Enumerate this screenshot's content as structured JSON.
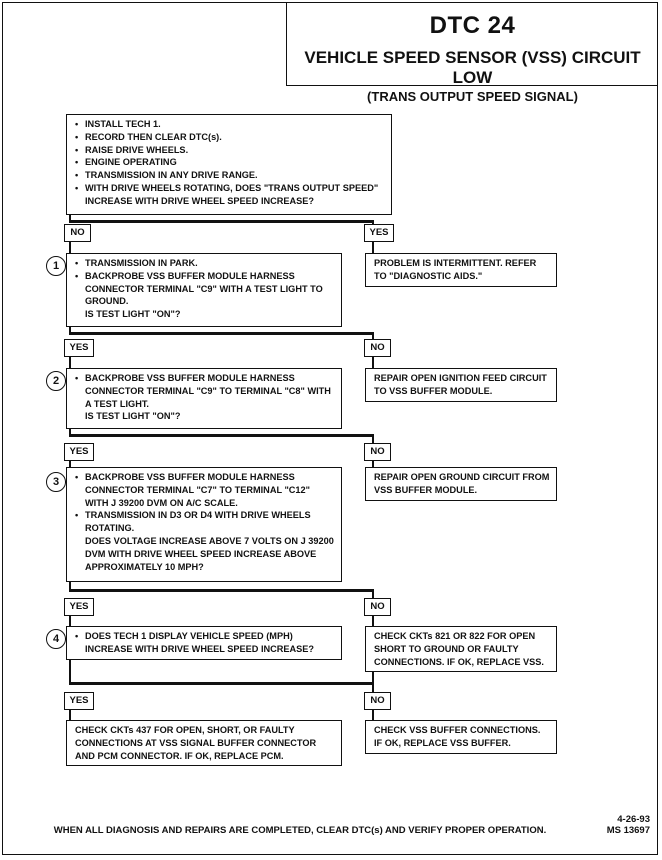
{
  "header": {
    "title": "DTC 24",
    "subtitle": "VEHICLE SPEED SENSOR (VSS) CIRCUIT LOW",
    "subtitle2": "(TRANS OUTPUT SPEED SIGNAL)"
  },
  "step0": {
    "items": [
      "INSTALL TECH 1.",
      "RECORD THEN CLEAR DTC(s).",
      "RAISE DRIVE WHEELS.",
      "ENGINE OPERATING",
      "TRANSMISSION IN ANY DRIVE RANGE.",
      "WITH DRIVE WHEELS ROTATING, DOES \"TRANS OUTPUT SPEED\" INCREASE WITH DRIVE WHEEL SPEED INCREASE?"
    ]
  },
  "labels": {
    "no": "NO",
    "yes": "YES"
  },
  "result_intermittent": "PROBLEM IS INTERMITTENT.  REFER TO \"DIAGNOSTIC AIDS.\"",
  "step1": {
    "num": "1",
    "items": [
      "TRANSMISSION IN PARK.",
      "BACKPROBE VSS BUFFER MODULE HARNESS CONNECTOR TERMINAL \"C9\" WITH A TEST LIGHT TO GROUND."
    ],
    "question": "IS TEST LIGHT \"ON\"?"
  },
  "result_ignition": "REPAIR OPEN IGNITION FEED CIRCUIT TO VSS BUFFER MODULE.",
  "step2": {
    "num": "2",
    "items": [
      "BACKPROBE VSS BUFFER MODULE HARNESS CONNECTOR TERMINAL \"C9\" TO TERMINAL \"C8\" WITH A TEST LIGHT."
    ],
    "question": "IS TEST LIGHT \"ON\"?"
  },
  "result_ground": "REPAIR OPEN GROUND CIRCUIT FROM VSS BUFFER MODULE.",
  "step3": {
    "num": "3",
    "items": [
      "BACKPROBE VSS BUFFER MODULE HARNESS CONNECTOR TERMINAL \"C7\" TO TERMINAL \"C12\" WITH J 39200 DVM ON A/C SCALE.",
      "TRANSMISSION IN D3 OR D4 WITH DRIVE WHEELS ROTATING."
    ],
    "question": "DOES VOLTAGE INCREASE ABOVE 7 VOLTS ON J 39200 DVM WITH DRIVE WHEEL SPEED INCREASE ABOVE APPROXIMATELY 10 MPH?"
  },
  "result_ckt821": "CHECK CKTs 821 OR 822 FOR OPEN SHORT TO GROUND OR FAULTY CONNECTIONS.  IF OK, REPLACE VSS.",
  "step4": {
    "num": "4",
    "items": [
      "DOES TECH 1 DISPLAY VEHICLE SPEED (MPH) INCREASE WITH DRIVE WHEEL SPEED INCREASE?"
    ]
  },
  "result_ckt437": "CHECK CKTs 437 FOR OPEN, SHORT, OR FAULTY CONNECTIONS AT VSS SIGNAL BUFFER CONNECTOR AND PCM CONNECTOR.  IF OK, REPLACE PCM.",
  "result_buffer": "CHECK VSS BUFFER CONNECTIONS. IF OK, REPLACE VSS BUFFER.",
  "footer": "WHEN ALL DIAGNOSIS AND REPAIRS ARE COMPLETED, CLEAR DTC(s) AND VERIFY PROPER OPERATION.",
  "ref": {
    "date": "4-26-93",
    "ms": "MS 13697"
  }
}
